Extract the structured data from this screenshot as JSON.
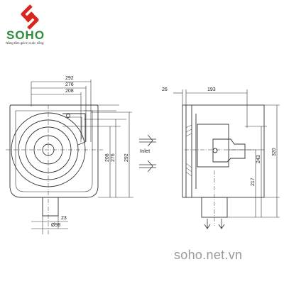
{
  "brand": {
    "name": "SOHO",
    "tagline": "Nâng tầm giá trị cuộc sống",
    "website": "soho.net.vn",
    "colors": {
      "logo_red": "#d9251c",
      "logo_green": "#2e8b3a"
    }
  },
  "front_view": {
    "dims_top": [
      "292",
      "276",
      "208"
    ],
    "dims_right": [
      "208",
      "276",
      "292"
    ],
    "dim_bottom_small": "23",
    "dim_bottom_dia": "Ø98"
  },
  "side_view": {
    "dims_top": [
      "26",
      "193"
    ],
    "dims_right": [
      "217",
      "243",
      "320"
    ]
  },
  "inlet_label": "Inlet"
}
